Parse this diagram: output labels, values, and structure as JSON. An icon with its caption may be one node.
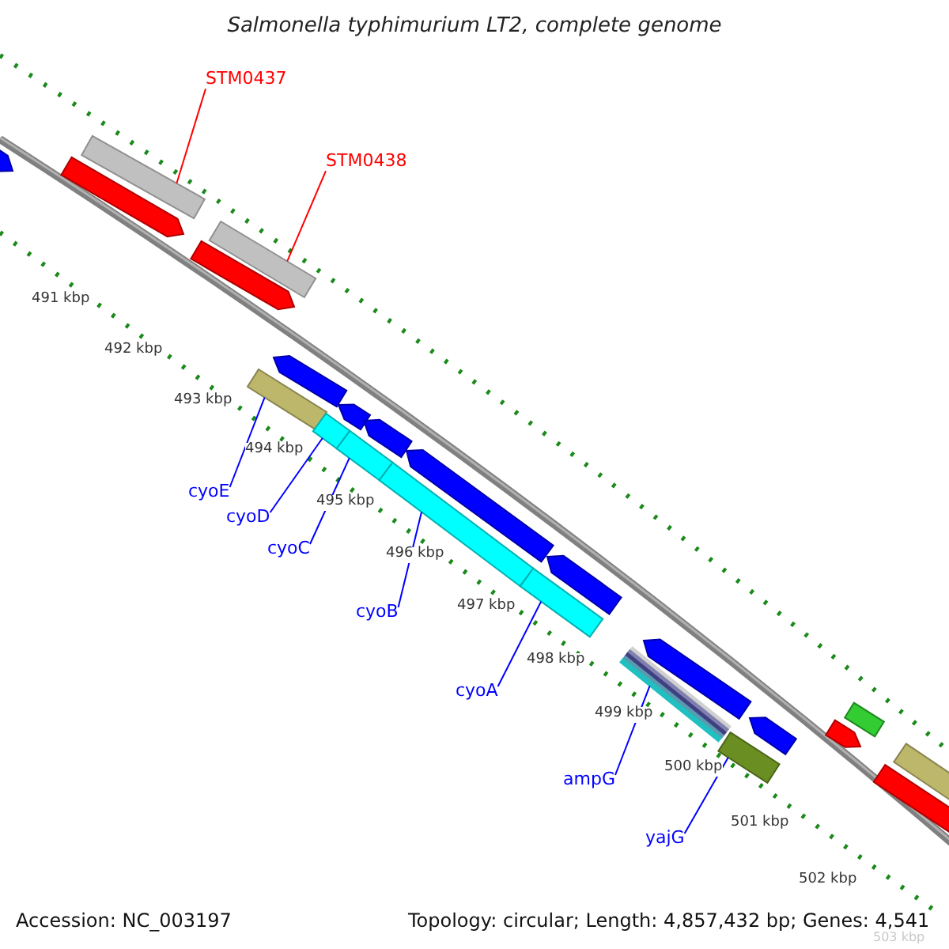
{
  "diagram": {
    "title": "Salmonella typhimurium LT2, complete genome",
    "nodes": [
      {
        "text": [
          "STM0437"
        ]
      },
      {
        "text": [],
        "shape": "bar"
      },
      {
        "text": [
          "STM0438"
        ]
      },
      {
        "text": [],
        "shape": "bar"
      },
      {
        "text": [
          "cyoE"
        ]
      },
      {
        "text": [],
        "shape": "bar"
      },
      {
        "text": [
          "cyoD"
        ]
      },
      {
        "text": [],
        "shape": "bar"
      },
      {
        "text": [
          "cyoC"
        ]
      },
      {
        "text": [],
        "shape": "bar"
      },
      {
        "text": [
          "cyoB"
        ]
      },
      {
        "text": [],
        "shape": "bar"
      },
      {
        "text": [
          "cyoA"
        ]
      },
      {
        "text": [],
        "shape": "bar"
      },
      {
        "text": [
          "ampG"
        ]
      },
      {
        "text": [],
        "shape": "bar"
      },
      {
        "text": [
          "yajG"
        ]
      },
      {
        "text": [],
        "shape": "bar"
      },
      {
        "text": [],
        "shape": "arrow"
      },
      {
        "text": [],
        "shape": "arrow"
      },
      {
        "text": [],
        "shape": "arrow"
      },
      {
        "text": [],
        "shape": "arrow"
      },
      {
        "text": [],
        "shape": "arrow"
      },
      {
        "text": [],
        "shape": "arrow"
      },
      {
        "text": [],
        "shape": "arrow"
      },
      {
        "text": [],
        "shape": "arrow"
      },
      {
        "text": [],
        "shape": "arrow"
      },
      {
        "text": [],
        "shape": "arrow"
      },
      {
        "text": [],
        "shape": "arrow"
      },
      {
        "text": [],
        "shape": "bar"
      },
      {
        "text": [],
        "shape": "arrow"
      },
      {
        "text": [],
        "shape": "bar"
      }
    ],
    "edges": [
      {
        "from": 0,
        "to": 1,
        "arrow": "none",
        "color": "#ff0000"
      },
      {
        "from": 2,
        "to": 3,
        "arrow": "none",
        "color": "#ff0000"
      },
      {
        "from": 4,
        "to": 5,
        "arrow": "none",
        "color": "#0000ff"
      },
      {
        "from": 6,
        "to": 7,
        "arrow": "none",
        "color": "#0000ff"
      },
      {
        "from": 8,
        "to": 9,
        "arrow": "none",
        "color": "#0000ff"
      },
      {
        "from": 10,
        "to": 11,
        "arrow": "none",
        "color": "#0000ff"
      },
      {
        "from": 12,
        "to": 13,
        "arrow": "none",
        "color": "#0000ff"
      },
      {
        "from": 14,
        "to": 15,
        "arrow": "none",
        "color": "#0000ff"
      },
      {
        "from": 16,
        "to": 17,
        "arrow": "none",
        "color": "#0000ff"
      }
    ],
    "labels": [
      "491 kbp",
      "492 kbp",
      "493 kbp",
      "494 kbp",
      "495 kbp",
      "496 kbp",
      "497 kbp",
      "498 kbp",
      "499 kbp",
      "500 kbp",
      "501 kbp",
      "502 kbp",
      "503 kbp",
      "Accession: NC_003197",
      "Topology: circular; Length: 4,857,432 bp; Genes: 4,541"
    ]
  }
}
